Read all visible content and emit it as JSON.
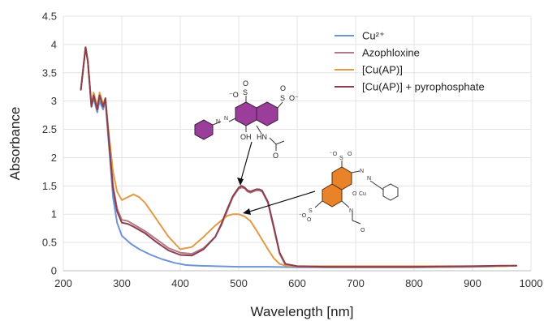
{
  "chart_data": {
    "type": "line",
    "xlabel": "Wavelength [nm]",
    "ylabel": "Absorbance",
    "xlim": [
      200,
      1000
    ],
    "ylim": [
      0,
      4.5
    ],
    "xticks": [
      200,
      300,
      400,
      500,
      600,
      700,
      800,
      900,
      1000
    ],
    "yticks": [
      0,
      0.5,
      1,
      1.5,
      2,
      2.5,
      3,
      3.5,
      4,
      4.5
    ],
    "ytick_labels": [
      "0",
      "0.5",
      "1",
      "1.5",
      "2",
      "2.5",
      "3",
      "3.5",
      "4",
      "4.5"
    ],
    "grid": true,
    "legend_position": "top-right",
    "series": [
      {
        "name": "Cu²⁺",
        "color": "#6f94d6",
        "x": [
          230,
          238,
          242,
          248,
          252,
          258,
          262,
          268,
          272,
          278,
          285,
          292,
          300,
          315,
          330,
          350,
          370,
          390,
          410,
          430,
          460,
          500,
          550,
          600,
          650,
          700,
          800,
          900,
          950,
          975
        ],
        "y": [
          3.2,
          3.95,
          3.7,
          2.9,
          3.05,
          2.8,
          3.0,
          2.85,
          3.0,
          2.2,
          1.3,
          0.85,
          0.62,
          0.48,
          0.38,
          0.28,
          0.2,
          0.14,
          0.1,
          0.09,
          0.08,
          0.07,
          0.07,
          0.06,
          0.06,
          0.06,
          0.06,
          0.07,
          0.08,
          0.09
        ]
      },
      {
        "name": "Azophloxine",
        "color": "#b27a86",
        "x": [
          230,
          238,
          242,
          248,
          252,
          258,
          262,
          268,
          272,
          278,
          285,
          292,
          300,
          310,
          320,
          340,
          360,
          380,
          400,
          420,
          440,
          460,
          470,
          480,
          490,
          500,
          505,
          510,
          515,
          520,
          525,
          530,
          535,
          540,
          550,
          560,
          570,
          580,
          600,
          650,
          700,
          800,
          900,
          950,
          975
        ],
        "y": [
          3.2,
          3.95,
          3.7,
          2.9,
          3.1,
          2.85,
          3.1,
          2.9,
          3.05,
          2.3,
          1.5,
          1.1,
          0.9,
          0.88,
          0.82,
          0.7,
          0.55,
          0.4,
          0.32,
          0.3,
          0.4,
          0.6,
          0.8,
          1.05,
          1.3,
          1.45,
          1.47,
          1.46,
          1.4,
          1.38,
          1.4,
          1.42,
          1.42,
          1.4,
          1.2,
          0.75,
          0.3,
          0.1,
          0.07,
          0.06,
          0.06,
          0.06,
          0.07,
          0.08,
          0.09
        ]
      },
      {
        "name": "[Cu(AP)]",
        "color": "#e29a45",
        "x": [
          230,
          238,
          242,
          248,
          252,
          258,
          262,
          268,
          272,
          278,
          285,
          292,
          300,
          310,
          320,
          330,
          340,
          360,
          380,
          400,
          420,
          440,
          460,
          480,
          490,
          500,
          510,
          520,
          530,
          540,
          550,
          560,
          570,
          580,
          600,
          650,
          700,
          800,
          900,
          950,
          975
        ],
        "y": [
          3.2,
          3.95,
          3.7,
          2.95,
          3.15,
          2.9,
          3.15,
          2.95,
          3.05,
          2.4,
          1.75,
          1.4,
          1.25,
          1.3,
          1.35,
          1.3,
          1.2,
          0.9,
          0.6,
          0.38,
          0.42,
          0.6,
          0.8,
          0.97,
          1.0,
          1.0,
          0.96,
          0.88,
          0.72,
          0.55,
          0.38,
          0.22,
          0.12,
          0.09,
          0.08,
          0.08,
          0.08,
          0.08,
          0.08,
          0.08,
          0.09
        ]
      },
      {
        "name": "[Cu(AP)] + pyrophosphate",
        "color": "#8a3f4d",
        "x": [
          230,
          238,
          242,
          248,
          252,
          258,
          262,
          268,
          272,
          278,
          285,
          292,
          300,
          310,
          320,
          340,
          360,
          380,
          400,
          420,
          440,
          460,
          470,
          480,
          490,
          500,
          505,
          510,
          515,
          520,
          525,
          530,
          535,
          540,
          550,
          560,
          570,
          580,
          600,
          650,
          700,
          800,
          900,
          950,
          975
        ],
        "y": [
          3.2,
          3.95,
          3.7,
          2.9,
          3.1,
          2.85,
          3.1,
          2.9,
          3.05,
          2.3,
          1.45,
          1.05,
          0.85,
          0.83,
          0.78,
          0.66,
          0.5,
          0.36,
          0.28,
          0.27,
          0.38,
          0.6,
          0.82,
          1.08,
          1.32,
          1.47,
          1.5,
          1.47,
          1.42,
          1.4,
          1.42,
          1.44,
          1.44,
          1.42,
          1.22,
          0.78,
          0.32,
          0.12,
          0.08,
          0.07,
          0.07,
          0.07,
          0.08,
          0.09,
          0.09
        ]
      }
    ],
    "annotations": {
      "structure_1_labels": {
        "o_minus_left": "⁻O",
        "o_minus_right": "O⁻",
        "s_left": "S",
        "s_right": "S",
        "o_top_left": "O",
        "o_top_right": "O",
        "oh": "OH",
        "hn": "HN",
        "n1": "N",
        "n2": "N",
        "o_carbonyl": "O"
      },
      "structure_2_labels": {
        "o_minus_top": "⁻O",
        "s_top": "S",
        "o_top": "O",
        "n1": "N",
        "n2": "N",
        "o_cu": "O",
        "cu": "Cu",
        "n_amide": "N",
        "o_minus_bottom": "⁻O",
        "s_bottom": "S",
        "o_bottom": "O",
        "o_carbonyl": "O"
      },
      "colors": {
        "structure_1_fill": "#9b3e9b",
        "structure_2_fill": "#e8832a"
      }
    }
  }
}
